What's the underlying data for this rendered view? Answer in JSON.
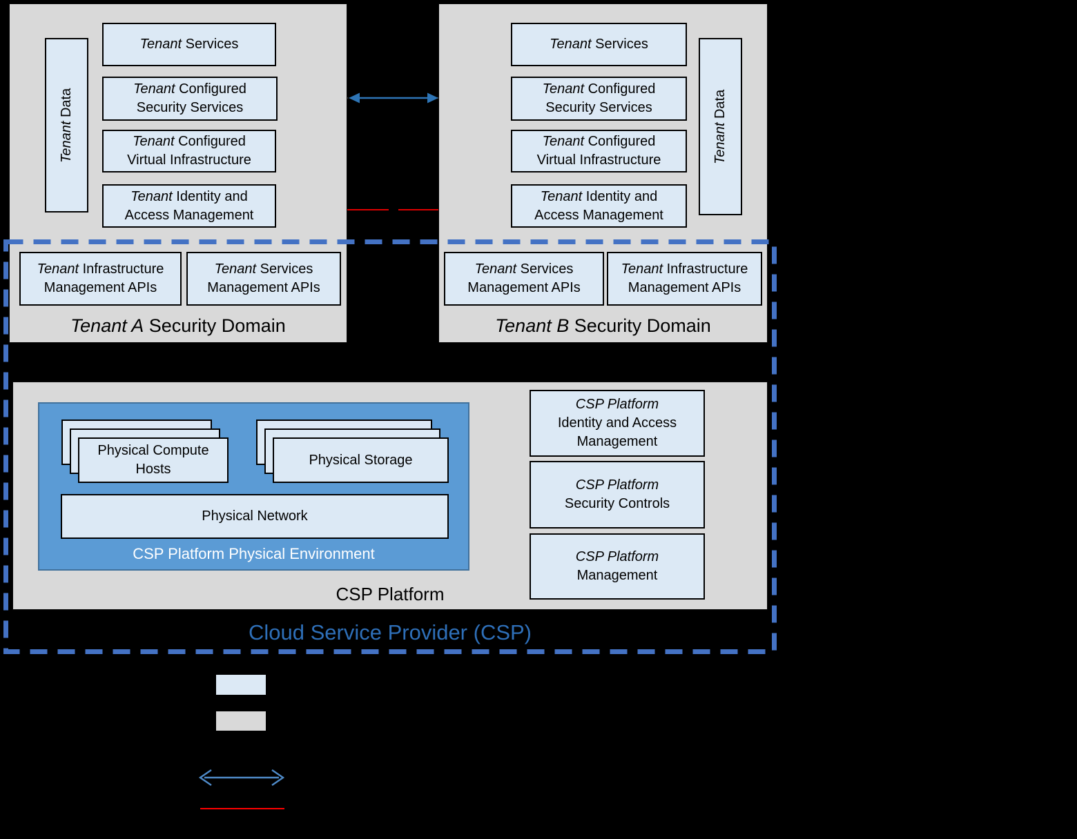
{
  "colors": {
    "background": "#000000",
    "security_domain_fill": "#d9d9d9",
    "component_box_fill": "#dce9f5",
    "component_box_border": "#000000",
    "platform_environment_fill": "#5b9bd5",
    "platform_environment_border": "#41719c",
    "csp_boundary_dash": "#4472c4",
    "inter_tenant_arrow": "#2e75b6",
    "legend_arrow": "#4f8bc9",
    "federation_red_line": "#ff0000",
    "connector_line": "#3f3f3f",
    "csp_provider_text": "#2e6fb8"
  },
  "tenant_a": {
    "title": {
      "em": "Tenant A",
      "rest": " Security Domain"
    },
    "data_box": {
      "em": "Tenant",
      "rest": " Data"
    },
    "services": {
      "em": "Tenant",
      "rest": " Services"
    },
    "security_services": {
      "em": "Tenant",
      "rest": " Configured",
      "line2": "Security Services"
    },
    "virtual_infra": {
      "em": "Tenant",
      "rest": " Configured",
      "line2": "Virtual Infrastructure"
    },
    "iam": {
      "em": "Tenant",
      "rest": " Identity and",
      "line2": "Access Management"
    },
    "api_infra": {
      "em": "Tenant",
      "rest": " Infrastructure",
      "line2": "Management APIs"
    },
    "api_services": {
      "em": "Tenant",
      "rest": " Services",
      "line2": "Management APIs"
    }
  },
  "tenant_b": {
    "title": {
      "em": "Tenant B",
      "rest": " Security Domain"
    },
    "data_box": {
      "em": "Tenant",
      "rest": " Data"
    },
    "services": {
      "em": "Tenant",
      "rest": " Services"
    },
    "security_services": {
      "em": "Tenant",
      "rest": " Configured",
      "line2": "Security Services"
    },
    "virtual_infra": {
      "em": "Tenant",
      "rest": " Configured",
      "line2": "Virtual Infrastructure"
    },
    "iam": {
      "em": "Tenant",
      "rest": " Identity and",
      "line2": "Access Management"
    },
    "api_services": {
      "em": "Tenant",
      "rest": " Services",
      "line2": "Management APIs"
    },
    "api_infra": {
      "em": "Tenant",
      "rest": " Infrastructure",
      "line2": "Management APIs"
    }
  },
  "csp": {
    "platform_label": "CSP Platform",
    "provider_label": "Cloud Service Provider (CSP)",
    "physical_env_label": "CSP Platform Physical Environment",
    "compute_hosts": "Physical Compute Hosts",
    "storage": "Physical Storage",
    "network": "Physical Network",
    "iam": {
      "em": "CSP Platform",
      "line2": "Identity and Access Management"
    },
    "security_controls": {
      "em": "CSP Platform",
      "line2": "Security Controls"
    },
    "management": {
      "em": "CSP Platform",
      "line2": "Management"
    }
  },
  "legend": {
    "component_swatch_icon": "light-blue-component-box-swatch",
    "domain_swatch_icon": "gray-security-domain-swatch",
    "arrow_icon": "blue-bidirectional-arrow",
    "red_line_icon": "red-federation-line"
  }
}
